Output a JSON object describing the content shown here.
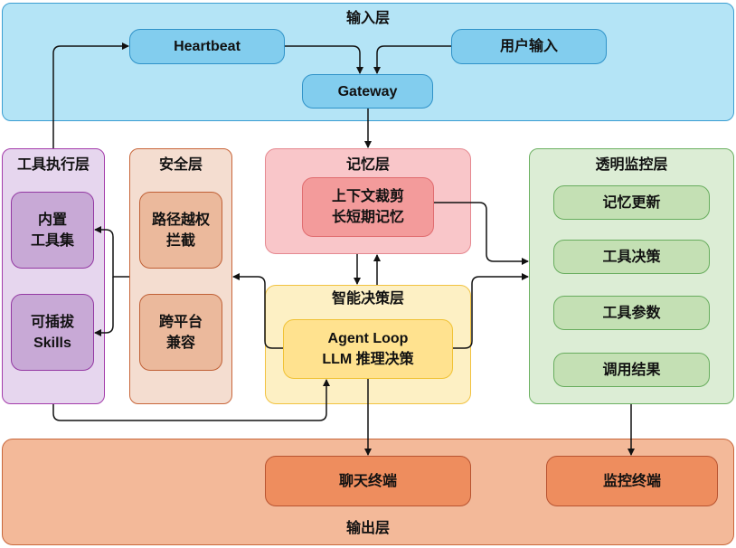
{
  "input_layer": {
    "title": "输入层",
    "heartbeat": "Heartbeat",
    "user_input": "用户输入",
    "gateway": "Gateway"
  },
  "tool_layer": {
    "title": "工具执行层",
    "builtin": "内置\n工具集",
    "plugin": "可插拔\nSkills"
  },
  "security_layer": {
    "title": "安全层",
    "path_block": "路径越权\n拦截",
    "cross_platform": "跨平台\n兼容"
  },
  "memory_layer": {
    "title": "记忆层",
    "context": "上下文裁剪\n长短期记忆"
  },
  "decision_layer": {
    "title": "智能决策层",
    "agent": "Agent Loop\nLLM 推理决策"
  },
  "monitor_layer": {
    "title": "透明监控层",
    "items": [
      "记忆更新",
      "工具决策",
      "工具参数",
      "调用结果"
    ]
  },
  "output_layer": {
    "title": "输出层",
    "chat": "聊天终端",
    "monitor": "监控终端"
  }
}
